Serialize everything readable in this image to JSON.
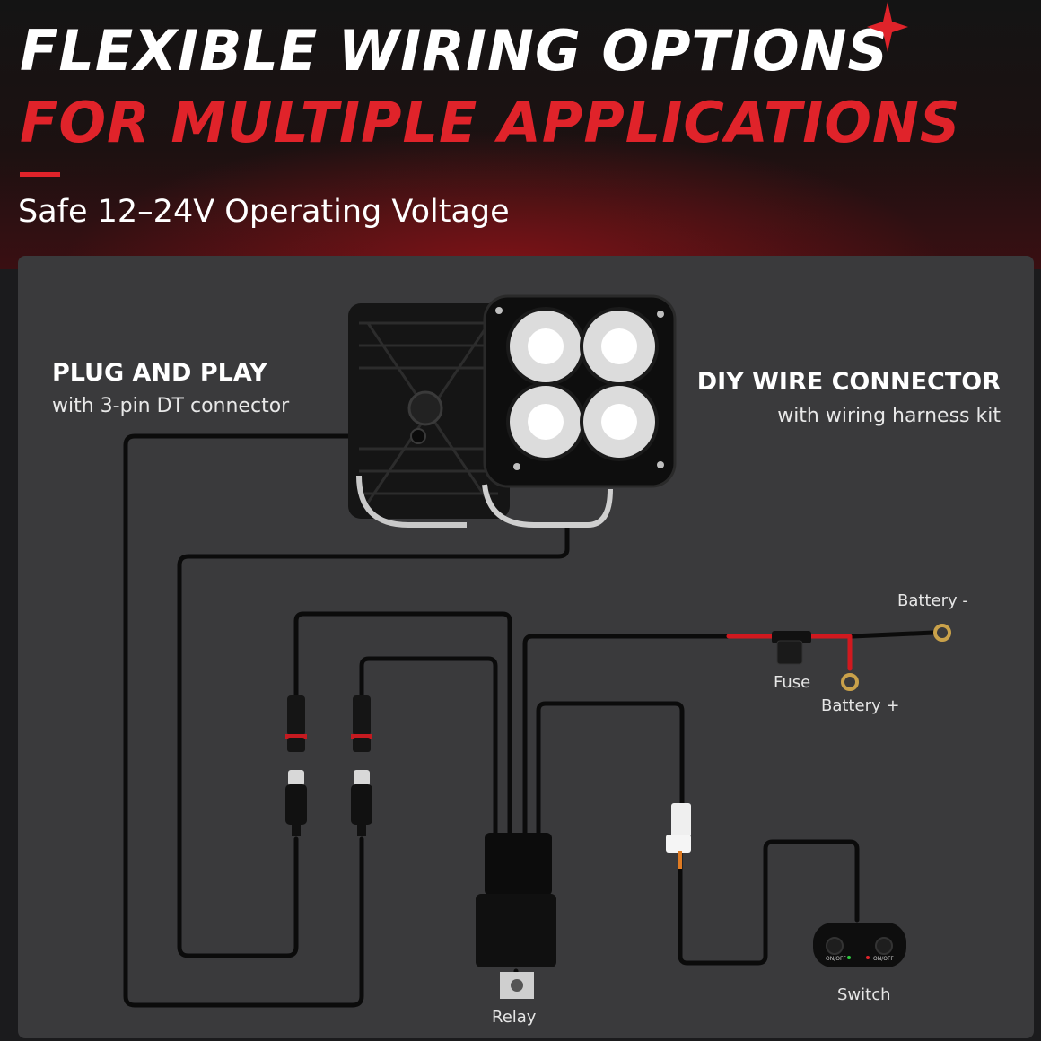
{
  "header": {
    "title_line1": "FLEXIBLE WIRING OPTIONS",
    "title_line2": "FOR MULTIPLE APPLICATIONS",
    "subtitle": "Safe 12–24V Operating Voltage"
  },
  "left_callout": {
    "title": "PLUG AND PLAY",
    "subtitle": "with 3-pin DT connector"
  },
  "right_callout": {
    "title": "DIY WIRE CONNECTOR",
    "subtitle": "with wiring harness kit"
  },
  "components": {
    "battery_neg": "Battery -",
    "fuse": "Fuse",
    "battery_pos": "Battery +",
    "relay": "Relay",
    "switch": "Switch",
    "switch_button_left": "ON/OFF",
    "switch_button_right": "ON/OFF"
  },
  "colors": {
    "accent_red": "#e0232a",
    "panel_gray": "#3a3a3c",
    "wire_black": "#0a0a0a"
  }
}
